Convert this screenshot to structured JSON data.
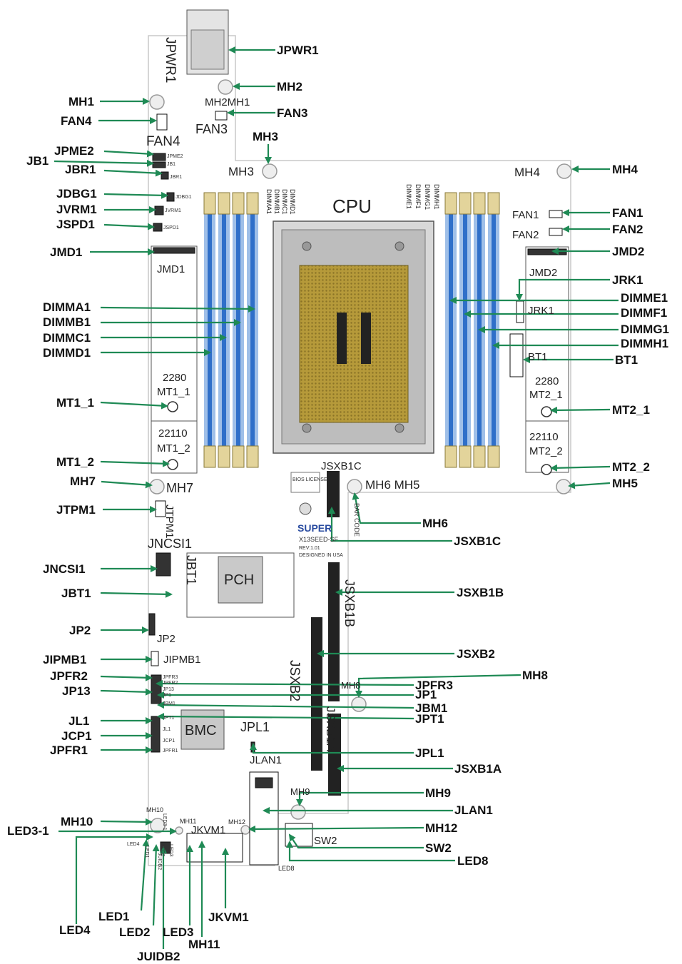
{
  "board": {
    "cpu_label": "CPU",
    "pch_label": "PCH",
    "bmc_label": "BMC",
    "brand": "SUPER",
    "model": "X13SEED-SF",
    "rev": "REV:1.01",
    "designed": "DESIGNED IN USA",
    "bios_license": "BIOS LICENSE",
    "bar_code": "BAR CODE",
    "m2_sizes": [
      "2280",
      "22110",
      "2280",
      "22110"
    ]
  },
  "callouts": [
    "JPWR1",
    "MH2",
    "MH1",
    "FAN3",
    "FAN4",
    "MH3",
    "JPME2",
    "JB1",
    "JBR1",
    "MH4",
    "JDBG1",
    "JVRM1",
    "FAN1",
    "JSPD1",
    "FAN2",
    "JMD1",
    "JMD2",
    "JRK1",
    "DIMMA1",
    "DIMME1",
    "DIMMB1",
    "DIMMF1",
    "DIMMC1",
    "DIMMG1",
    "DIMMD1",
    "DIMMH1",
    "BT1",
    "MT1_1",
    "MT2_1",
    "MT1_2",
    "MT2_2",
    "MH7",
    "MH5",
    "JTPM1",
    "MH6",
    "JSXB1C",
    "JNCSI1",
    "JSXB1B",
    "JBT1",
    "JP2",
    "JSXB2",
    "JIPMB1",
    "MH8",
    "JPFR2",
    "JPFR3",
    "JP13",
    "JP1",
    "JBM1",
    "JPT1",
    "JL1",
    "JCP1",
    "JPL1",
    "JPFR1",
    "JSXB1A",
    "MH9",
    "MH10",
    "JLAN1",
    "LED3-1",
    "MH12",
    "SW2",
    "LED8",
    "JKVM1",
    "LED1",
    "LED4",
    "LED2",
    "LED3",
    "MH11",
    "JUIDB2"
  ],
  "board_labels": [
    "JPWR1",
    "MH2MH1",
    "FAN3",
    "FAN4",
    "MH3",
    "MH4",
    "FAN1",
    "FAN2",
    "JMD1",
    "JMD2",
    "JRK1",
    "BT1",
    "MT1_1",
    "MT1_2",
    "MT2_1",
    "MT2_2",
    "MH7",
    "MH6 MH5",
    "JSXB1C",
    "JTPM1",
    "JNCSI1",
    "JBT1",
    "JSXB1B",
    "JSXB2",
    "JSXB1A",
    "MH8",
    "JP2",
    "JIPMB1",
    "JPL1",
    "JLAN1",
    "MH9",
    "SW2",
    "JKVM1",
    "MH10",
    "MH11",
    "MH12",
    "LED8",
    "DIMMA1",
    "DIMMB1",
    "DIMMC1",
    "DIMMD1",
    "DIMME1",
    "DIMMF1",
    "DIMMG1",
    "DIMMH1"
  ],
  "small_labels": [
    "JPME2",
    "JB1",
    "JBR1",
    "JDBG1",
    "JVRM1",
    "JSPD1",
    "JPFR3",
    "JPFR2",
    "JP13",
    "JP1",
    "JBM1",
    "JPT1",
    "JL1",
    "JCP1",
    "JPFR1",
    "LED3",
    "LED4",
    "LED1",
    "LED2",
    "JUIDB2",
    "LED3-1"
  ],
  "colors": {
    "arrow": "#1f8a55",
    "dimm_blue": "#2f6fc9",
    "dimm_light": "#9fbfe8",
    "cpu_gold": "#b69a3a",
    "board_line": "#c8c8c8"
  }
}
